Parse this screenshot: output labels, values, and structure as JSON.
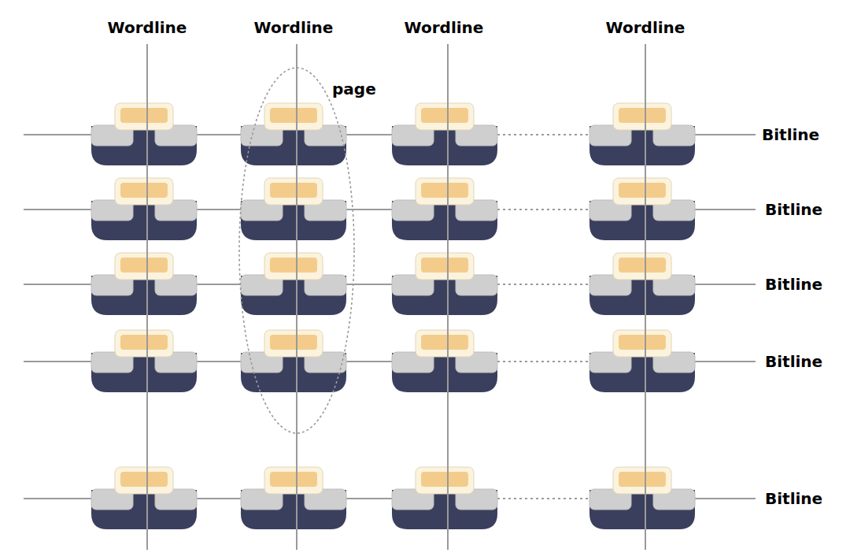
{
  "diagram": {
    "labels": [
      "Wordline",
      "Wordline",
      "Wordline",
      "Wordline",
      "page",
      "Bitline",
      "Bitline",
      "Bitline",
      "Bitline",
      "Bitline"
    ]
  }
}
